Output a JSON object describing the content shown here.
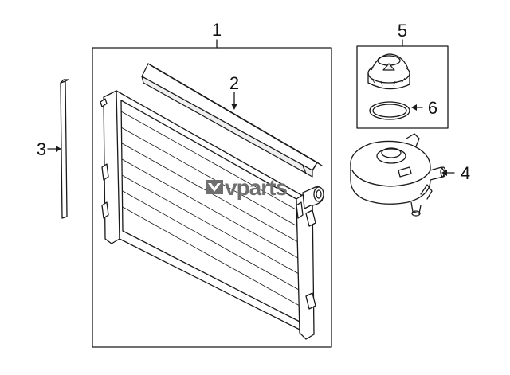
{
  "callouts": {
    "c1": "1",
    "c2": "2",
    "c3": "3",
    "c4": "4",
    "c5": "5",
    "c6": "6"
  },
  "watermark": {
    "logo_icon": "vparts-logo-icon",
    "text": "vparts"
  }
}
